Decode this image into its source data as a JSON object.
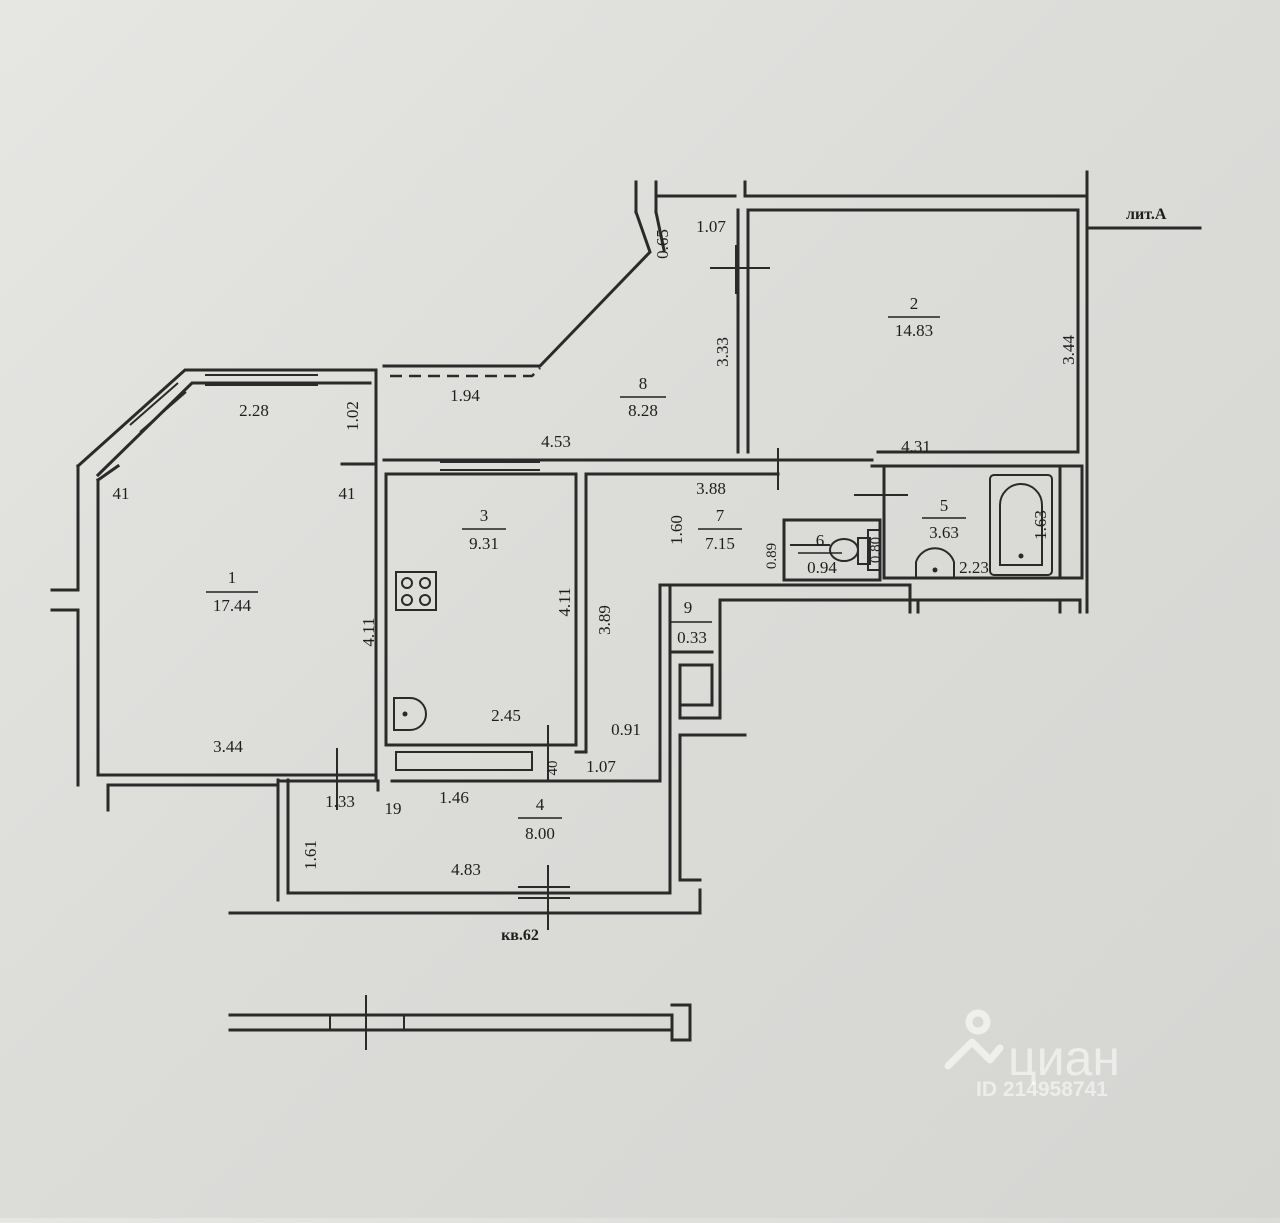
{
  "plan": {
    "building_label": "лит.А",
    "apartment_label": "кв.62",
    "rooms": [
      {
        "id": "1",
        "number": "1",
        "area": "17.44"
      },
      {
        "id": "2",
        "number": "2",
        "area": "14.83"
      },
      {
        "id": "3",
        "number": "3",
        "area": "9.31"
      },
      {
        "id": "4",
        "number": "4",
        "area": "8.00"
      },
      {
        "id": "5",
        "number": "5",
        "area": "3.63"
      },
      {
        "id": "6",
        "number": "6",
        "area": "0.94"
      },
      {
        "id": "7",
        "number": "7",
        "area": "7.15"
      },
      {
        "id": "8",
        "number": "8",
        "area": "8.28"
      },
      {
        "id": "9",
        "number": "9",
        "area": "0.33"
      }
    ],
    "dimensions": {
      "d065": "0.65",
      "d107_top": "1.07",
      "d333": "3.33",
      "d344_right": "3.44",
      "d228": "2.28",
      "d102": "1.02",
      "d194": "1.94",
      "d453": "4.53",
      "d431": "4.31",
      "d41_left": "41",
      "d41_right": "41",
      "d388": "3.88",
      "d160": "1.60",
      "d089": "0.89",
      "d080": "0.80",
      "d163": "1.63",
      "d223": "2.23",
      "d411_room1": "4.11",
      "d411_room3": "4.11",
      "d389": "3.89",
      "d245": "2.45",
      "d091": "0.91",
      "d344_bottom": "3.44",
      "d40": "40",
      "d107_bottom": "1.07",
      "d133": "1.33",
      "d19": "19",
      "d146": "1.46",
      "d161": "1.61",
      "d483": "4.83"
    }
  },
  "watermark": {
    "brand": "циан",
    "id_text": "ID 214958741"
  }
}
